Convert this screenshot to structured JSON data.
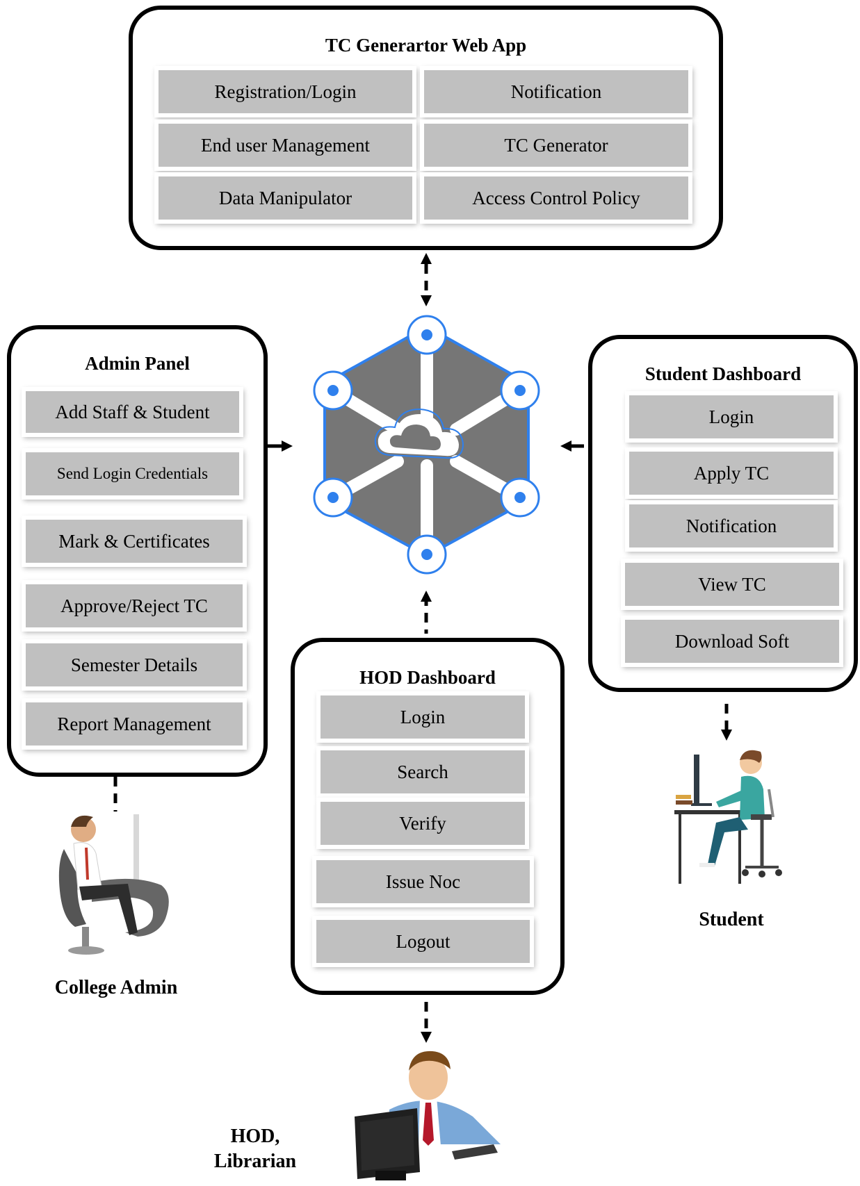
{
  "web_app": {
    "title": "TC Generartor Web App",
    "items": [
      "Registration/Login",
      "Notification",
      "End user Management",
      "TC Generator",
      "Data Manipulator",
      "Access Control Policy"
    ]
  },
  "admin_panel": {
    "title": "Admin Panel",
    "items": [
      "Add Staff & Student",
      "Send Login Credentials",
      "Mark & Certificates",
      "Approve/Reject TC",
      "Semester Details",
      "Report Management"
    ]
  },
  "student_dashboard": {
    "title": "Student Dashboard",
    "items": [
      "Login",
      "Apply TC",
      "Notification",
      "View TC",
      "Download Soft"
    ]
  },
  "hod_dashboard": {
    "title": "HOD Dashboard",
    "items": [
      "Login",
      "Search",
      "Verify",
      "Issue Noc",
      "Logout"
    ]
  },
  "actors": {
    "college_admin": "College Admin",
    "student": "Student",
    "hod_line1": "HOD,",
    "hod_line2": "Librarian"
  },
  "colors": {
    "item_fill": "#c0c0c0",
    "hub_fill": "#767676",
    "hub_accent": "#2f80ed",
    "border": "#000000"
  }
}
